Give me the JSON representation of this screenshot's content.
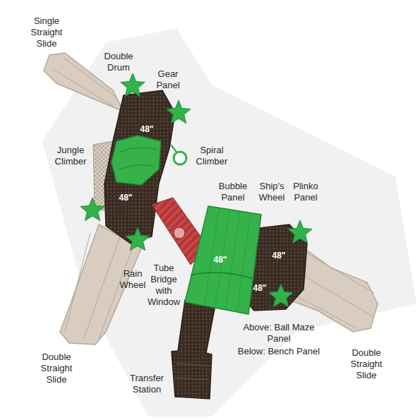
{
  "diagram": {
    "labels": [
      "Single Straight Slide",
      "Double Drum",
      "Gear Panel",
      "48\"",
      "Spiral Climber",
      "Jungle Climber",
      "48\"",
      "Bubble Panel",
      "Ship's Wheel",
      "Plinko Panel",
      "48\"",
      "48\"",
      "48\"",
      "Rain Wheel",
      "Tube Bridge with Window",
      "Above: Ball Maze Panel",
      "Below: Bench Panel",
      "Double Straight Slide",
      "Double Straight Slide",
      "Transfer Station"
    ]
  }
}
